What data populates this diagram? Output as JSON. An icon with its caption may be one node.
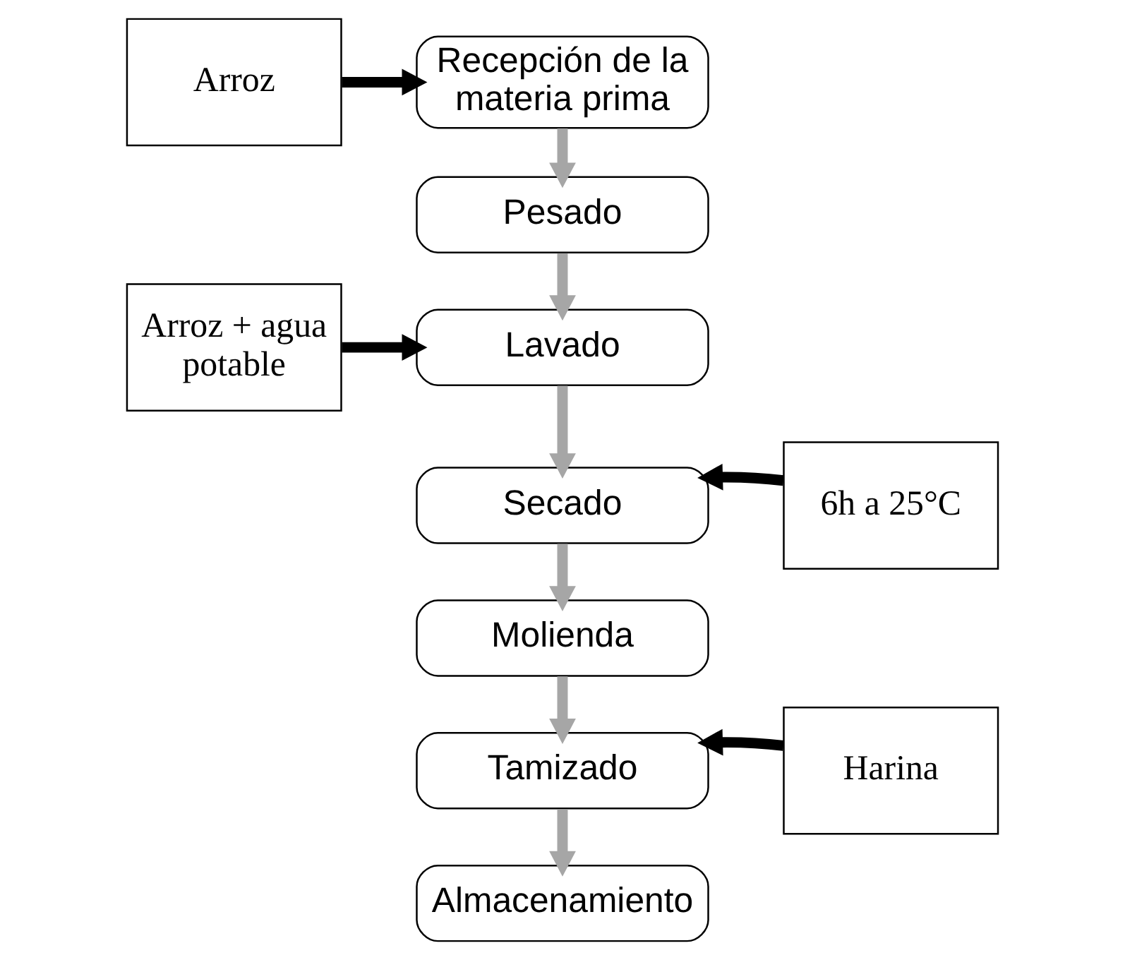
{
  "diagram": {
    "nodes": [
      {
        "text": [
          "Arroz"
        ]
      },
      {
        "text": [
          "Recepción de la materia prima"
        ]
      },
      {
        "text": [
          "Pesado"
        ]
      },
      {
        "text": [
          "Arroz + agua potable"
        ]
      },
      {
        "text": [
          "Lavado"
        ]
      },
      {
        "text": [
          "Secado"
        ]
      },
      {
        "text": [
          "6h a 25°C"
        ]
      },
      {
        "text": [
          "Molienda"
        ]
      },
      {
        "text": [
          "Tamizado"
        ]
      },
      {
        "text": [
          "Harina"
        ]
      },
      {
        "text": [
          "Almacenamiento"
        ]
      }
    ],
    "edges": [
      {
        "from": 0,
        "to": 1,
        "arrow": "to",
        "color": "#000000"
      },
      {
        "from": 1,
        "to": 2,
        "arrow": "to"
      },
      {
        "from": 2,
        "to": 4,
        "arrow": "to"
      },
      {
        "from": 3,
        "to": 4,
        "arrow": "to",
        "color": "#000000"
      },
      {
        "from": 4,
        "to": 5,
        "arrow": "to"
      },
      {
        "from": 6,
        "to": 5,
        "arrow": "to",
        "color": "#000000"
      },
      {
        "from": 5,
        "to": 7,
        "arrow": "to"
      },
      {
        "from": 7,
        "to": 8,
        "arrow": "to"
      },
      {
        "from": 9,
        "to": 8,
        "arrow": "to",
        "color": "#000000"
      },
      {
        "from": 8,
        "to": 10,
        "arrow": "to"
      }
    ]
  }
}
